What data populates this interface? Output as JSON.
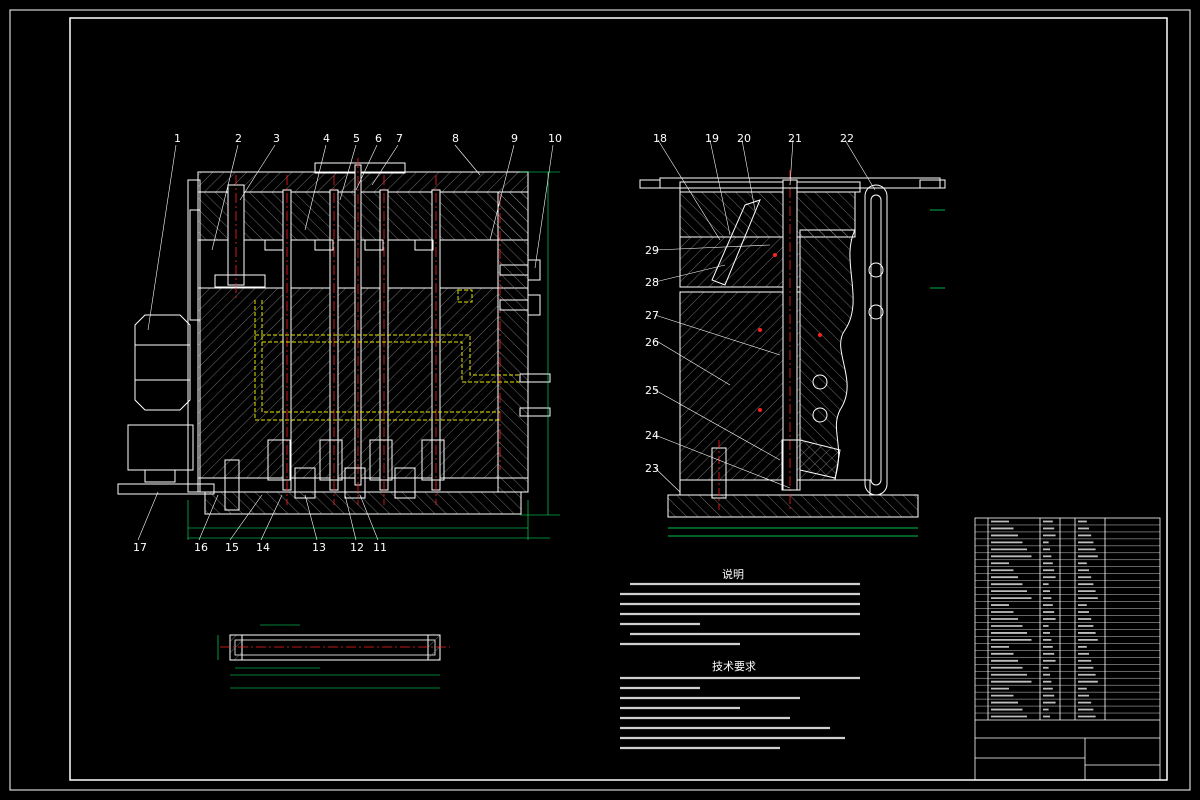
{
  "notes": {
    "heading": "说明"
  },
  "requirements": {
    "heading": "技术要求"
  },
  "part_numbers_left": [
    "1",
    "2",
    "3",
    "4",
    "5",
    "6",
    "7",
    "8",
    "9",
    "10",
    "11",
    "12",
    "13",
    "14",
    "15",
    "16",
    "17"
  ],
  "part_numbers_right": [
    "18",
    "19",
    "20",
    "21",
    "22",
    "23",
    "24",
    "25",
    "26",
    "27",
    "28",
    "29"
  ],
  "colors": {
    "background": "#000000",
    "line_white": "#ffffff",
    "hidden_yellow": "#e6e600",
    "center_red": "#ff2020",
    "dim_green": "#00ff66",
    "cyan": "#00e5ff"
  }
}
